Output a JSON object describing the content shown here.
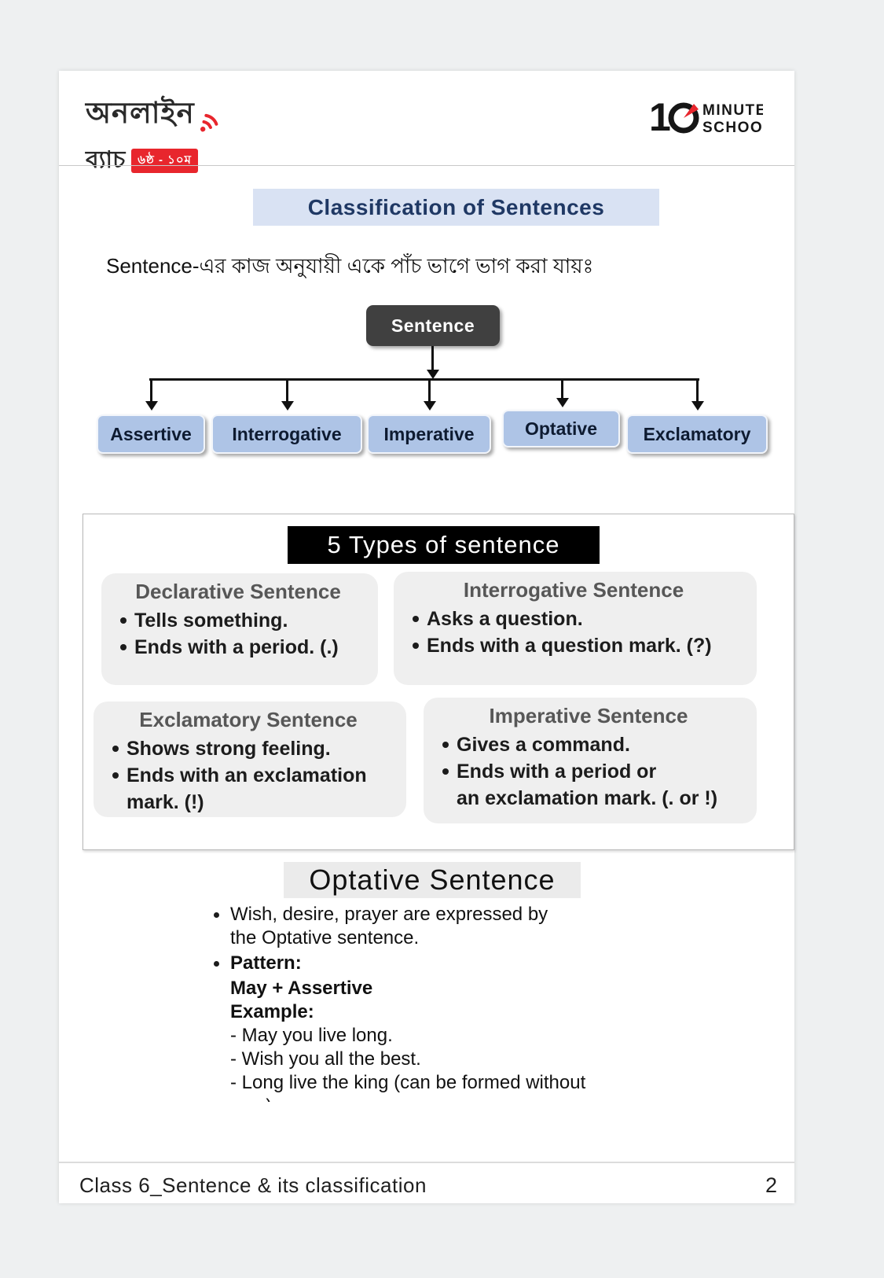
{
  "header": {
    "left_logo": {
      "line1": "অনলাইন",
      "line2": "ব্যাচ",
      "badge": "৬ষ্ঠ - ১০ম"
    },
    "right_logo": {
      "number_1": "1",
      "word1": "MINUTE",
      "word2": "SCHOOL"
    }
  },
  "title": "Classification of Sentences",
  "intro": "Sentence-এর কাজ অনুযায়ী একে পাঁচ ভাগে ভাগ করা যায়ঃ",
  "flowchart": {
    "root": "Sentence",
    "branches": [
      "Assertive",
      "Interrogative",
      "Imperative",
      "Optative",
      "Exclamatory"
    ]
  },
  "types_panel": {
    "banner": "5 Types of sentence",
    "cards": [
      {
        "title": "Declarative Sentence",
        "bullets": [
          "Tells something.",
          "Ends with a period. (.)"
        ]
      },
      {
        "title": "Interrogative Sentence",
        "bullets": [
          "Asks a question.",
          "Ends with a question mark. (?)"
        ]
      },
      {
        "title": "Exclamatory Sentence",
        "bullets": [
          "Shows strong feeling.",
          "Ends with an exclamation mark. (!)"
        ]
      },
      {
        "title": "Imperative Sentence",
        "bullets": [
          "Gives a command.",
          "Ends with a period or\n an exclamation mark. (. or !)"
        ]
      }
    ]
  },
  "optative": {
    "heading": "Optative Sentence",
    "intro_bullet": "Wish, desire, prayer are expressed by the Optative sentence.",
    "pattern_label": "Pattern:",
    "pattern": "May + Assertive",
    "example_label": "Example:",
    "examples": [
      "- May you live long.",
      "- Wish you all the best.",
      "- Long live the king (can be formed without"
    ],
    "clipped_fragment": "may)."
  },
  "footer": {
    "text": "Class 6_Sentence & its classification",
    "page_number": "2"
  },
  "colors": {
    "accent_blue_banner": "#d9e2f3",
    "title_navy": "#1f3864",
    "branch_blue": "#aec4e6",
    "dark_node": "#404040",
    "brand_red": "#e8262d",
    "card_gray": "#efefef"
  }
}
